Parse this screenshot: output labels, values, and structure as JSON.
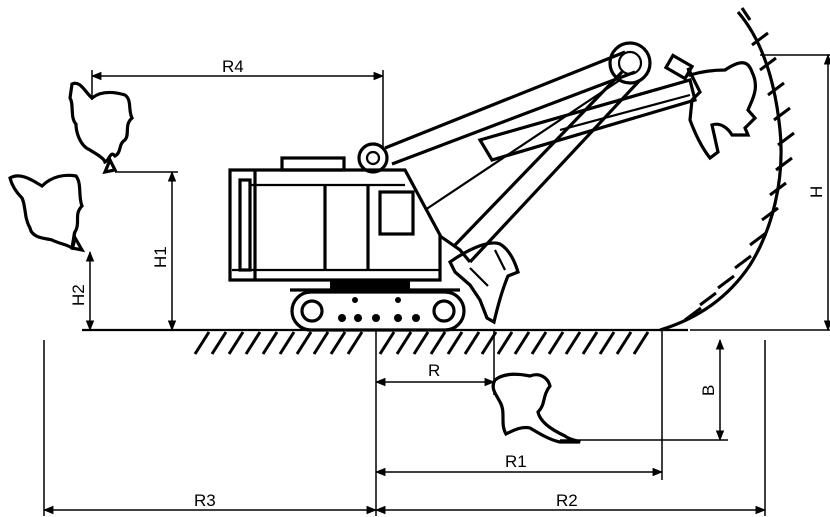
{
  "diagram": {
    "labels": {
      "R4": "R4",
      "H1": "H1",
      "H2": "H2",
      "H": "H",
      "R": "R",
      "B": "B",
      "R1": "R1",
      "R2": "R2",
      "R3": "R3"
    }
  }
}
